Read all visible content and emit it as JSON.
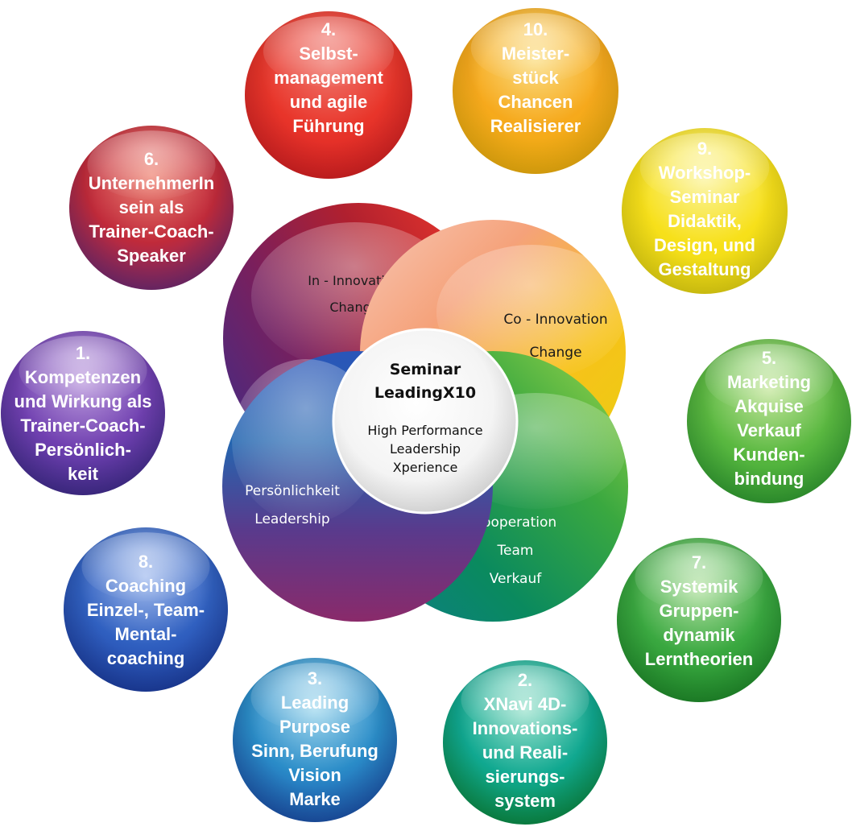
{
  "center": {
    "title_lines": [
      "Seminar",
      "LeadingX10"
    ],
    "subtitle_lines": [
      "High Performance",
      "Leadership",
      "Xperience"
    ]
  },
  "core_circles": [
    {
      "id": "in-innovation",
      "lines": [
        "In - Innovation",
        "Change"
      ],
      "text_color": "#1a1a1a",
      "colors": [
        "#e8362b",
        "#b0202f",
        "#7a1f5c",
        "#4a2a80"
      ]
    },
    {
      "id": "co-innovation",
      "lines": [
        "Co - Innovation",
        "Change"
      ],
      "text_color": "#1a1a1a",
      "colors": [
        "#f7c6b4",
        "#f5a27a",
        "#f7c21a",
        "#e8cf10"
      ]
    },
    {
      "id": "kooperation",
      "lines": [
        "Kooperation",
        "Team",
        "Verkauf"
      ],
      "text_color": "#ffffff",
      "colors": [
        "#9ed64a",
        "#3aa840",
        "#0a8a5e",
        "#0c7c8a"
      ]
    },
    {
      "id": "persoenlichkeit",
      "lines": [
        "Persönlichkeit",
        "Leadership"
      ],
      "text_color": "#ffffff",
      "colors": [
        "#2a55b8",
        "#2466b0",
        "#5a3a8c",
        "#8a2a6a"
      ]
    }
  ],
  "orbs": [
    {
      "id": "module-4",
      "lines": [
        "4.",
        "Selbst-",
        "management",
        "und agile",
        "Führung"
      ],
      "colors": [
        "#f07a70",
        "#e8352a",
        "#d81e22"
      ]
    },
    {
      "id": "module-10",
      "lines": [
        "10.",
        "Meister-",
        "stück",
        "Chancen",
        "Realisierer"
      ],
      "colors": [
        "#fbe08a",
        "#f6a91c",
        "#f2b40c"
      ]
    },
    {
      "id": "module-6",
      "lines": [
        "6.",
        "UnternehmerIn",
        "sein als",
        "Trainer-Coach-",
        "Speaker"
      ],
      "colors": [
        "#f08a7a",
        "#c02a3a",
        "#6a2a7a"
      ]
    },
    {
      "id": "module-9",
      "lines": [
        "9.",
        "Workshop-",
        "Seminar",
        "Didaktik,",
        "Design, und",
        "Gestaltung"
      ],
      "colors": [
        "#fbf4a0",
        "#f7e01a",
        "#e8d810"
      ]
    },
    {
      "id": "module-1",
      "lines": [
        "1.",
        "Kompetenzen",
        "und Wirkung als",
        "Trainer-Coach-",
        "Persönlich-",
        "keit"
      ],
      "colors": [
        "#c0a0e0",
        "#7040b0",
        "#3c2a8c"
      ]
    },
    {
      "id": "module-5",
      "lines": [
        "5.",
        "Marketing",
        "Akquise",
        "Verkauf",
        "Kunden-",
        "bindung"
      ],
      "colors": [
        "#c8e8a0",
        "#5ab840",
        "#2c9c30"
      ]
    },
    {
      "id": "module-8",
      "lines": [
        "8.",
        "Coaching",
        "Einzel-, Team-",
        "Mental-",
        "coaching"
      ],
      "colors": [
        "#a8c0f0",
        "#3060c0",
        "#1a3aa0"
      ]
    },
    {
      "id": "module-7",
      "lines": [
        "7.",
        "Systemik",
        "Gruppen-",
        "dynamik",
        "Lerntheorien"
      ],
      "colors": [
        "#b8e4a8",
        "#3aa840",
        "#1c8a28"
      ]
    },
    {
      "id": "module-3",
      "lines": [
        "3.",
        "Leading",
        "Purpose",
        "Sinn, Berufung",
        "Vision",
        "Marke"
      ],
      "colors": [
        "#a8dcf0",
        "#2a8cc8",
        "#1a4aa8"
      ]
    },
    {
      "id": "module-2",
      "lines": [
        "2.",
        "XNavi 4D-",
        "Innovations-",
        "und Reali-",
        "sierungs-",
        "system"
      ],
      "colors": [
        "#a0e4d0",
        "#10a890",
        "#0a8a3c"
      ]
    }
  ]
}
